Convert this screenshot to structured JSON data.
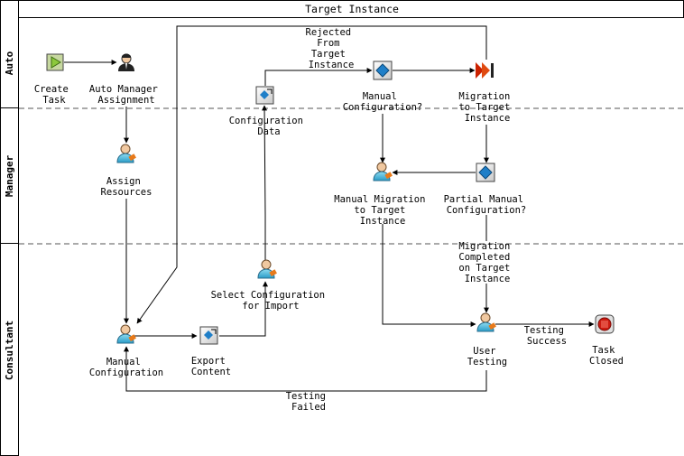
{
  "title": "Target Instance",
  "lanes": [
    "Auto",
    "Manager",
    "Consultant"
  ],
  "nodes": {
    "create_task": [
      "Create",
      "Task"
    ],
    "auto_manager": [
      "Auto Manager",
      "Assignment"
    ],
    "config_data": [
      "Configuration",
      "Data"
    ],
    "manual_config_q": [
      "Manual",
      "Configuration?"
    ],
    "migration_target": [
      "Migration",
      "to Target",
      "Instance"
    ],
    "assign_resources": [
      "Assign",
      "Resources"
    ],
    "manual_migration": [
      "Manual Migration",
      "to Target",
      "Instance"
    ],
    "partial_manual": [
      "Partial Manual",
      "Configuration?"
    ],
    "select_config": [
      "Select Configuration",
      "for Import"
    ],
    "manual_configuration": [
      "Manual",
      "Configuration"
    ],
    "export_content": [
      "Export",
      "Content"
    ],
    "user_testing": [
      "User",
      "Testing"
    ],
    "task_closed": [
      "Task",
      "Closed"
    ]
  },
  "edge_labels": {
    "rejected": [
      "Rejected",
      "From",
      "Target",
      "Instance"
    ],
    "migration_completed": [
      "Migration",
      "Completed",
      "on Target",
      "Instance"
    ],
    "testing_success": [
      "Testing",
      "Success"
    ],
    "testing_failed": [
      "Testing",
      "Failed"
    ]
  },
  "icons": {
    "start": "start-triangle-icon",
    "manager": "manager-person-icon",
    "user": "user-person-icon",
    "decision": "decision-diamond-icon",
    "subprocess": "subprocess-icon",
    "migration": "migration-arrow-icon",
    "end": "end-stop-icon"
  },
  "colors": {
    "diamond": "#1f7fc8",
    "migration": "#cc2200",
    "end": "#cc1a10",
    "start": "#8cc83c"
  }
}
